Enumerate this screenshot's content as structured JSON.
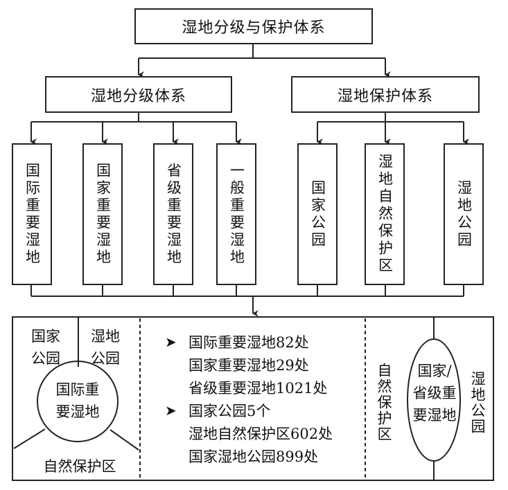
{
  "root": {
    "label": "湿地分级与保护体系"
  },
  "level2": {
    "grading": "湿地分级体系",
    "protection": "湿地保护体系"
  },
  "grading_items": [
    "国际重要湿地",
    "国家重要湿地",
    "省级重要湿地",
    "一般重要湿地"
  ],
  "protection_items": [
    "国家公园",
    "湿地自然保护区",
    "湿地公园"
  ],
  "summary_left": {
    "national_park": "国家公园",
    "wetland_park": "湿地公园",
    "center": "国际重要湿地",
    "reserve": "自然保护区"
  },
  "stats": {
    "bullet": "➤",
    "group1": [
      "国际重要湿地82处",
      "国家重要湿地29处",
      "省级重要湿地1021处"
    ],
    "group2": [
      "国家公园5个",
      "湿地自然保护区602处",
      "国家湿地公园899处"
    ]
  },
  "summary_right": {
    "reserve": "自然保护区",
    "center": "国家/省级重要湿地",
    "wetland_park": "湿地公园"
  }
}
